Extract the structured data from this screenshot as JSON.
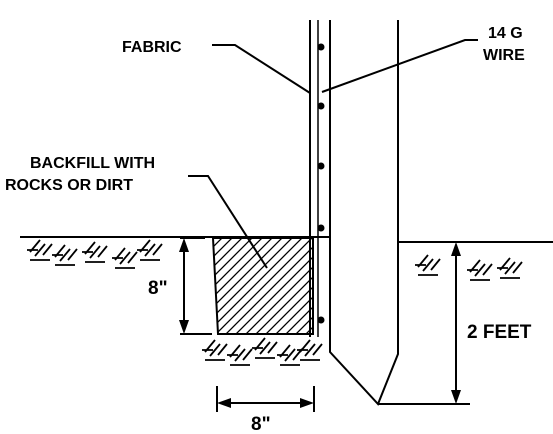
{
  "labels": {
    "fabric": "FABRIC",
    "wire_line1": "14 G",
    "wire_line2": "WIRE",
    "backfill_line1": "BACKFILL WITH",
    "backfill_line2": "ROCKS OR DIRT",
    "trench_depth": "8\"",
    "trench_width": "8\"",
    "post_depth": "2 FEET"
  },
  "colors": {
    "line": "#000000",
    "background": "#ffffff"
  }
}
